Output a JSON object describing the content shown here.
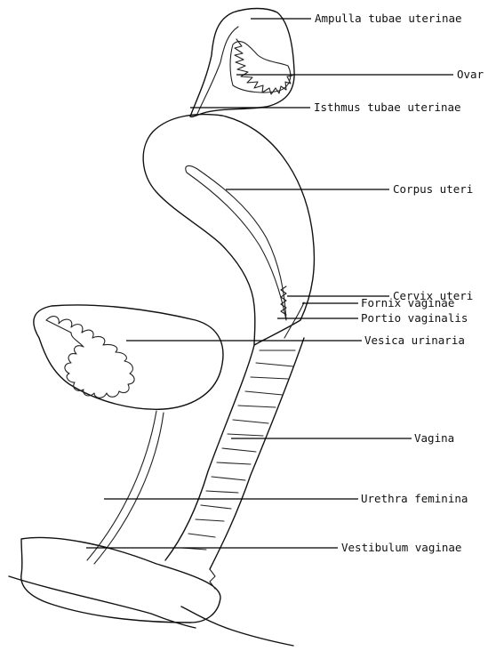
{
  "labels": {
    "ampulla": "Ampulla tubae uterinae",
    "ovar": "Ovar",
    "isthmus": "Isthmus tubae uterinae",
    "corpus": "Corpus uteri",
    "cervix": "Cervix uteri",
    "fornix": "Fornix vaginae",
    "portio": "Portio vaginalis",
    "vesica": "Vesica urinaria",
    "vagina": "Vagina",
    "urethra": "Urethra feminina",
    "vestibulum": "Vestibulum vaginae"
  }
}
